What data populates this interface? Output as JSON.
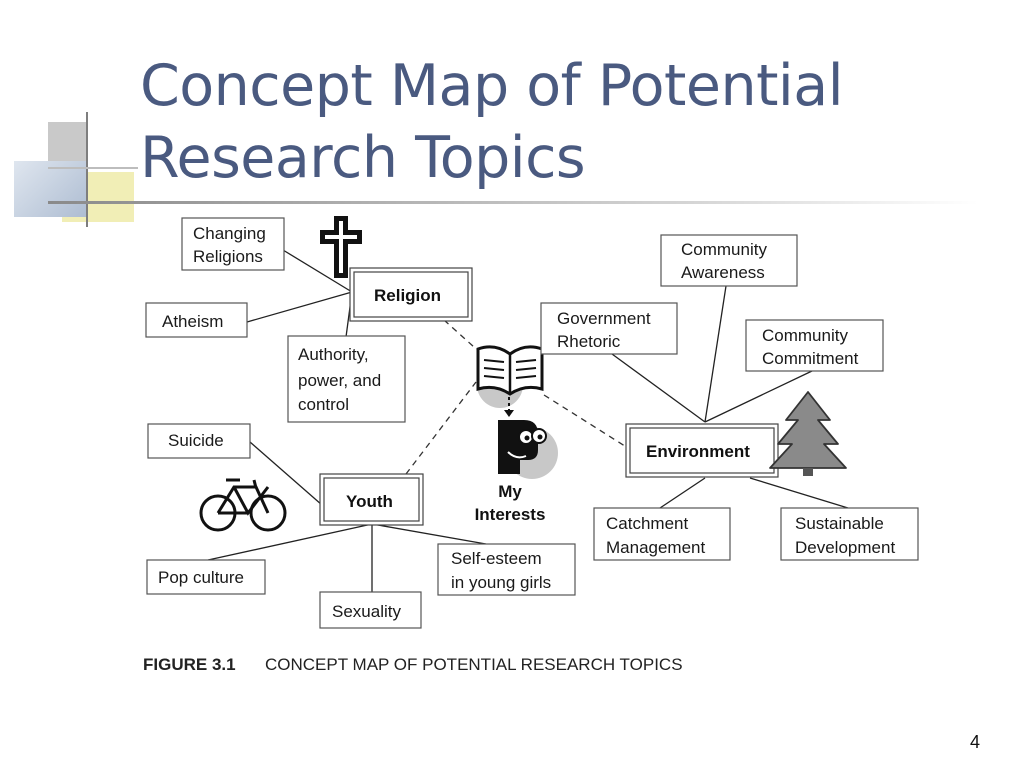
{
  "slide": {
    "title_line1": "Concept Map of Potential",
    "title_line2": "Research Topics",
    "page_number": "4"
  },
  "diagram": {
    "center": {
      "line1": "My",
      "line2": "Interests"
    },
    "hubs": {
      "religion": "Religion",
      "youth": "Youth",
      "environment": "Environment"
    },
    "religion_topics": {
      "changing_religions": [
        "Changing",
        "Religions"
      ],
      "atheism": [
        "Atheism"
      ],
      "authority": [
        "Authority,",
        "power, and",
        "control"
      ]
    },
    "youth_topics": {
      "suicide": [
        "Suicide"
      ],
      "pop_culture": [
        "Pop culture"
      ],
      "sexuality": [
        "Sexuality"
      ],
      "self_esteem": [
        "Self-esteem",
        "in young girls"
      ]
    },
    "environment_topics": {
      "community_awareness": [
        "Community",
        "Awareness"
      ],
      "government_rhetoric": [
        "Government",
        "Rhetoric"
      ],
      "community_commitment": [
        "Community",
        "Commitment"
      ],
      "catchment_management": [
        "Catchment",
        "Management"
      ],
      "sustainable_development": [
        "Sustainable",
        "Development"
      ]
    },
    "caption": {
      "label": "FIGURE 3.1",
      "text": "CONCEPT MAP OF POTENTIAL RESEARCH TOPICS"
    },
    "icons": [
      "cross-icon",
      "book-icon",
      "person-icon",
      "bicycle-icon",
      "tree-icon"
    ]
  },
  "colors": {
    "title": "#4a5a80",
    "deco_blue": "#b9c6d8",
    "deco_yellow": "#f3f0b8",
    "deco_grey": "#c7c7c7"
  }
}
